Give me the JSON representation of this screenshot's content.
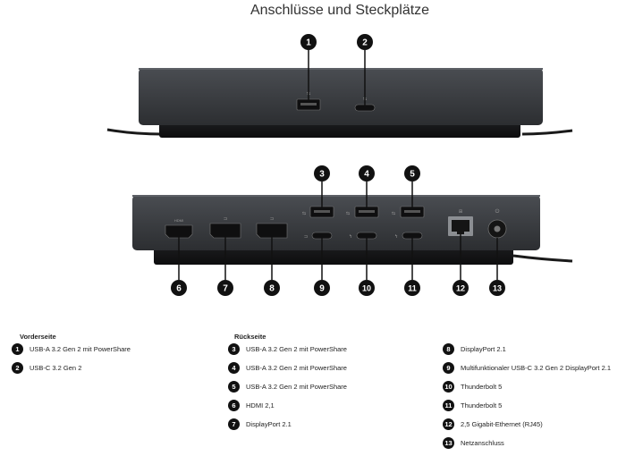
{
  "title": "Anschlüsse und Steckplätze",
  "front_heading": "Vorderseite",
  "rear_heading": "Rückseite",
  "port_labels": {
    "hdmi": "HDMI"
  },
  "front_items": [
    {
      "num": "1",
      "label": "USB-A 3.2 Gen 2 mit PowerShare"
    },
    {
      "num": "2",
      "label": "USB-C 3.2 Gen 2"
    }
  ],
  "rear_col1": [
    {
      "num": "3",
      "label": "USB-A 3.2 Gen 2 mit PowerShare"
    },
    {
      "num": "4",
      "label": "USB-A 3.2 Gen 2 mit PowerShare"
    },
    {
      "num": "5",
      "label": "USB-A 3.2 Gen 2 mit PowerShare"
    },
    {
      "num": "6",
      "label": "HDMI 2,1"
    },
    {
      "num": "7",
      "label": "DisplayPort 2.1"
    }
  ],
  "rear_col2": [
    {
      "num": "8",
      "label": "DisplayPort 2.1"
    },
    {
      "num": "9",
      "label": "Multifunktionaler USB-C 3.2 Gen 2 DisplayPort 2.1"
    },
    {
      "num": "10",
      "label": "Thunderbolt 5"
    },
    {
      "num": "11",
      "label": "Thunderbolt 5"
    },
    {
      "num": "12",
      "label": "2,5 Gigabit-Ethernet (RJ45)"
    },
    {
      "num": "13",
      "label": "Netzanschluss"
    }
  ]
}
